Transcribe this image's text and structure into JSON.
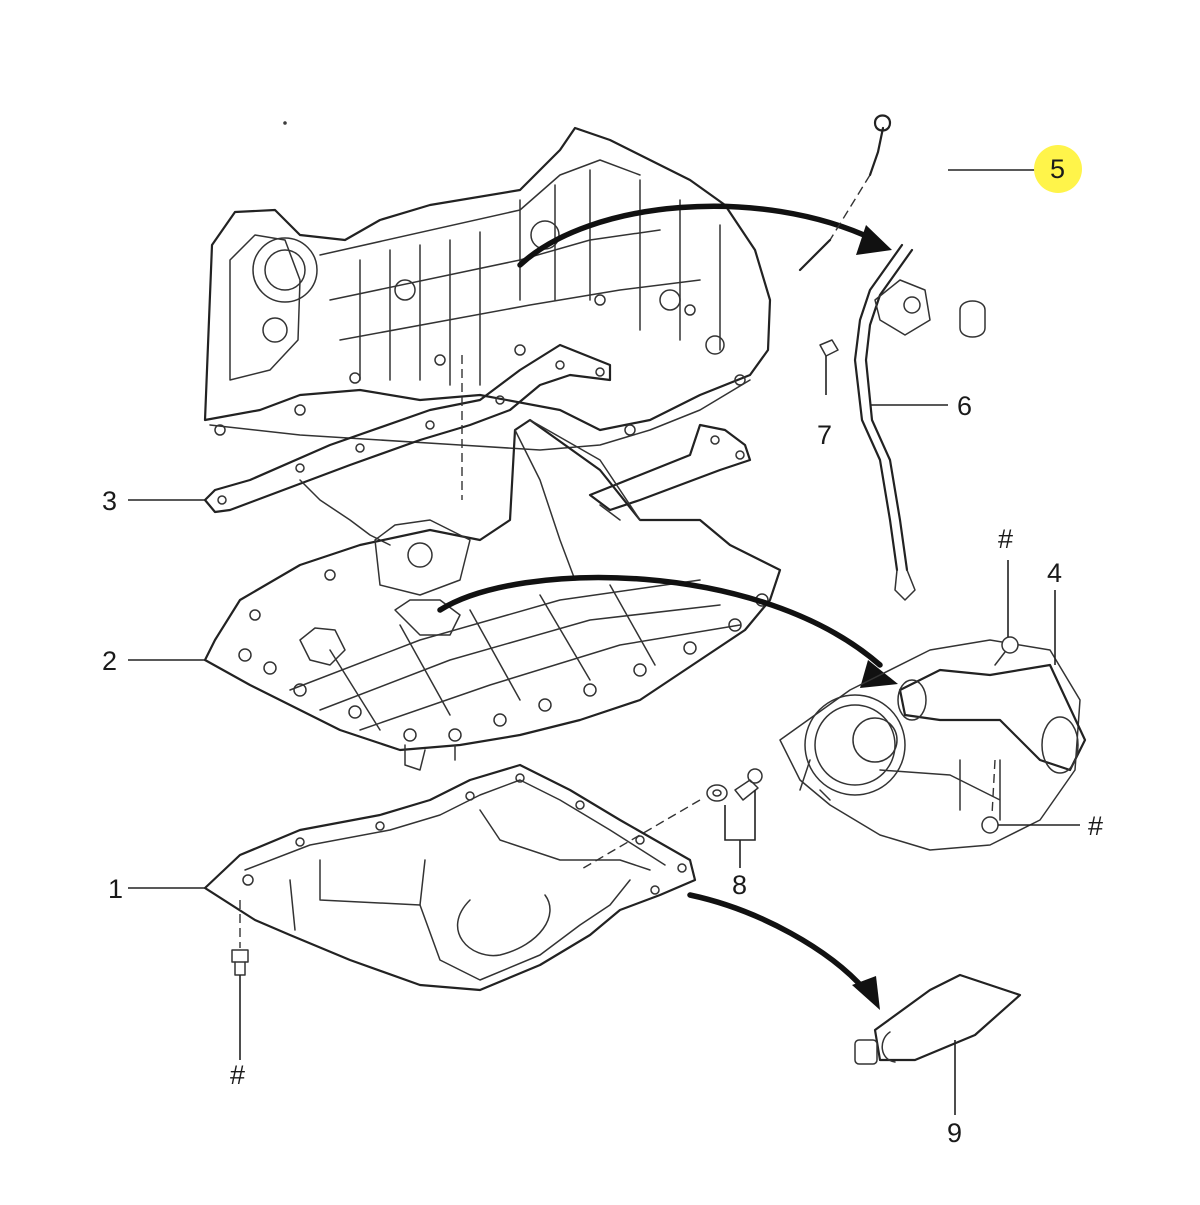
{
  "callouts": [
    {
      "id": "c1",
      "text": "1"
    },
    {
      "id": "c2",
      "text": "2"
    },
    {
      "id": "c3",
      "text": "3"
    },
    {
      "id": "c4",
      "text": "4"
    },
    {
      "id": "c5",
      "text": "5"
    },
    {
      "id": "c6",
      "text": "6"
    },
    {
      "id": "c7",
      "text": "7"
    },
    {
      "id": "c8",
      "text": "8"
    },
    {
      "id": "c9",
      "text": "9"
    },
    {
      "id": "c_hash_top",
      "text": "#"
    },
    {
      "id": "c_hash_right",
      "text": "#"
    },
    {
      "id": "c_hash_bottom",
      "text": "#"
    }
  ],
  "highlight": {
    "callout": "5",
    "color": "#fff44a"
  }
}
